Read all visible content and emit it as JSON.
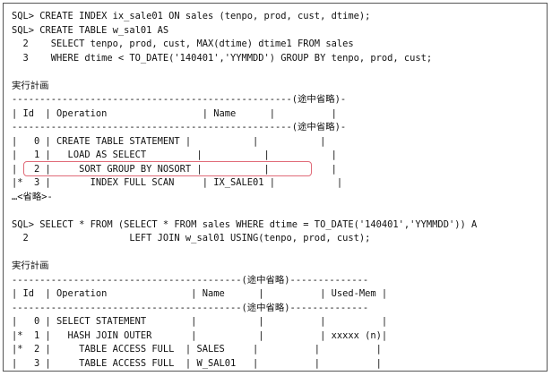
{
  "lines": [
    "SQL> CREATE INDEX ix_sale01 ON sales (tenpo, prod, cust, dtime);",
    "SQL> CREATE TABLE w_sal01 AS",
    "  2    SELECT tenpo, prod, cust, MAX(dtime) dtime1 FROM sales",
    "  3    WHERE dtime < TO_DATE('140401','YYMMDD') GROUP BY tenpo, prod, cust;",
    "",
    "実行計画",
    "--------------------------------------------------(途中省略)-",
    "| Id  | Operation                 | Name      |          |",
    "--------------------------------------------------(途中省略)-",
    "|   0 | CREATE TABLE STATEMENT |           |           |",
    "|   1 |   LOAD AS SELECT         |           |           |",
    "|   2 |     SORT GROUP BY NOSORT |           |           |",
    "|*  3 |       INDEX FULL SCAN     | IX_SALE01 |           |",
    "…<省略>-",
    "",
    "SQL> SELECT * FROM (SELECT * FROM sales WHERE dtime = TO_DATE('140401','YYMMDD')) A",
    "  2                  LEFT JOIN w_sal01 USING(tenpo, prod, cust);",
    "",
    "実行計画",
    "-----------------------------------------(途中省略)--------------",
    "| Id  | Operation               | Name      |          | Used-Mem |",
    "-----------------------------------------(途中省略)--------------",
    "|   0 | SELECT STATEMENT        |           |          |          |",
    "|*  1 |   HASH JOIN OUTER       |           |          | xxxxx (n)|",
    "|*  2 |     TABLE ACCESS FULL  | SALES     |          |          |",
    "|   3 |     TABLE ACCESS FULL  | W_SAL01   |          |          |"
  ],
  "highlight_color": "#e06a78"
}
